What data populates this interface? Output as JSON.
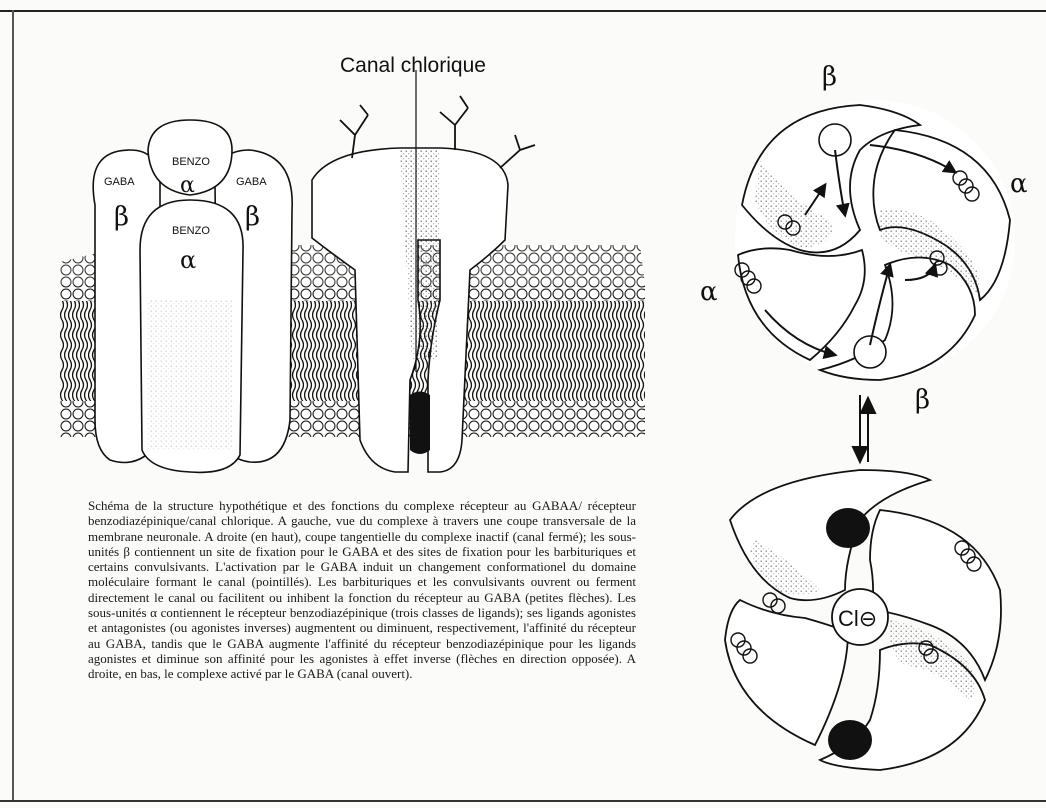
{
  "labels": {
    "canal_title": "Canal chlorique",
    "benzo_top": "BENZO",
    "alpha_top": "α",
    "gaba_left": "GABA",
    "gaba_right": "GABA",
    "beta_left": "β",
    "beta_right": "β",
    "benzo_center": "BENZO",
    "alpha_center": "α",
    "top_beta": "β",
    "right_alpha": "α",
    "left_alpha": "α",
    "bottom_beta": "β",
    "chloride": "Cl⊖"
  },
  "caption": "Schéma de la structure hypothétique et des fonctions du complexe récepteur au GABAA/ récepteur benzodiazépinique/canal chlorique. A gauche, vue du complexe à travers une coupe transversale de la membrane neuronale. A droite (en haut), coupe tangentielle du complexe inactif (canal fermé); les sous-unités β contiennent un site de fixation pour le GABA et des sites de fixation pour les barbituriques et certains convulsivants. L'activation par le GABA induit un changement conformationel du domaine moléculaire formant le canal (pointillés). Les barbituriques et les convulsivants ouvrent ou ferment directement le canal ou facilitent ou inhibent la fonction du récepteur au GABA (petites flèches). Les sous-unités α contiennent le récepteur benzodiazépinique (trois classes de ligands); ses ligands agonistes et antagonistes (ou agonistes inverses) augmentent ou diminuent, respectivement, l'affinité du récepteur au GABA, tandis que le GABA augmente l'affinité du récepteur benzodiazépinique pour les ligands agonistes et diminue son affinité pour les agonistes à effet inverse (flèches en direction opposée). A droite, en bas, le complexe activé par le GABA (canal ouvert)."
}
